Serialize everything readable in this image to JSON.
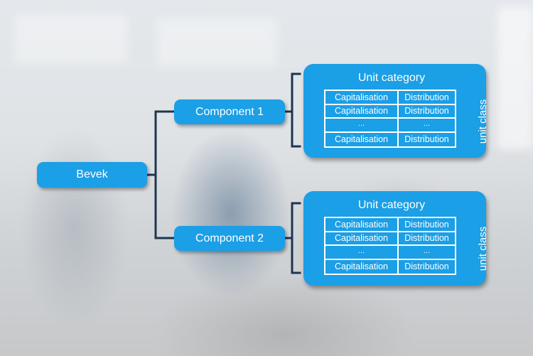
{
  "diagram": {
    "root": {
      "label": "Bevek"
    },
    "components": [
      {
        "label": "Component 1",
        "unit": {
          "title": "Unit category",
          "side_label": "unit class",
          "rows": [
            [
              "Capitalisation",
              "Distribution"
            ],
            [
              "Capitalisation",
              "Distribution"
            ],
            [
              "...",
              "..."
            ],
            [
              "Capitalisation",
              "Distribution"
            ]
          ]
        }
      },
      {
        "label": "Component 2",
        "unit": {
          "title": "Unit category",
          "side_label": "unit class",
          "rows": [
            [
              "Capitalisation",
              "Distribution"
            ],
            [
              "Capitalisation",
              "Distribution"
            ],
            [
              "...",
              "..."
            ],
            [
              "Capitalisation",
              "Distribution"
            ]
          ]
        }
      }
    ]
  },
  "colors": {
    "box_fill": "#1b9fe6",
    "box_text": "#ffffff",
    "connector": "#1e3551"
  }
}
